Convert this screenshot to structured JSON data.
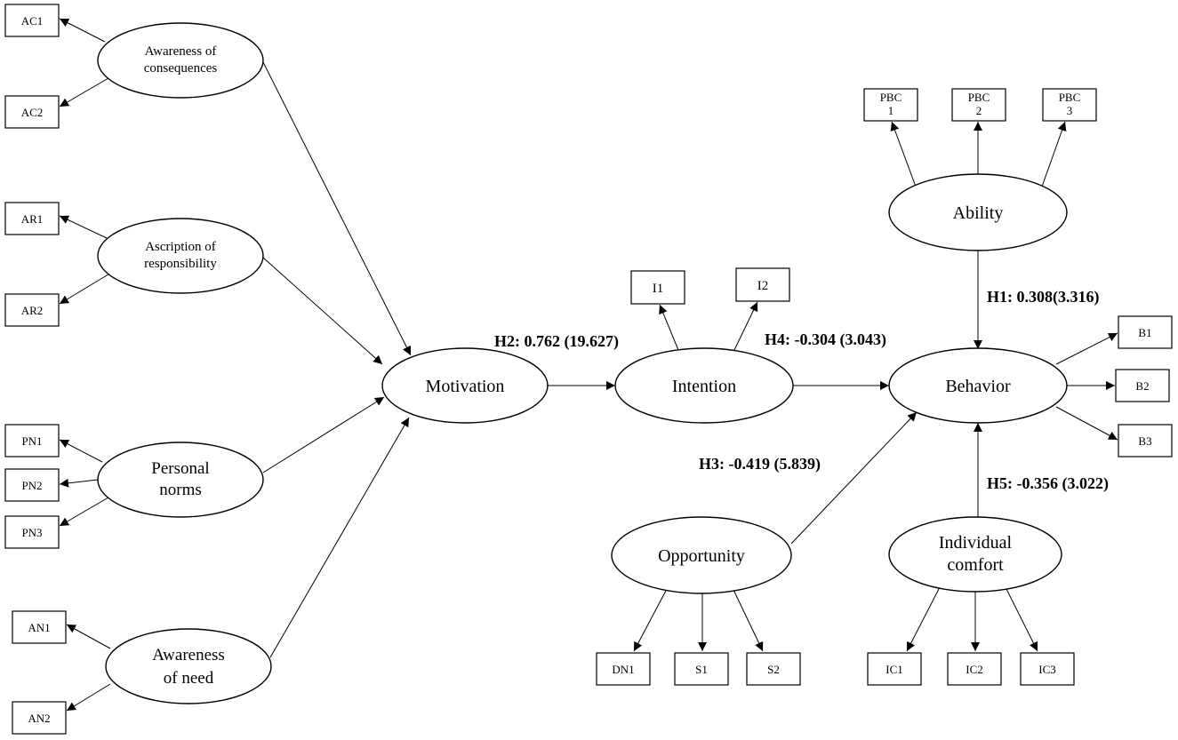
{
  "latents": {
    "awareness_of_consequences": {
      "lines": [
        "Awareness of",
        "consequences"
      ]
    },
    "ascription_of_responsibility": {
      "lines": [
        "Ascription of",
        "responsibility"
      ]
    },
    "personal_norms": {
      "lines": [
        "Personal",
        "norms"
      ]
    },
    "awareness_of_need": {
      "lines": [
        "Awareness",
        "of need"
      ]
    },
    "motivation": {
      "lines": [
        "Motivation"
      ]
    },
    "intention": {
      "lines": [
        "Intention"
      ]
    },
    "behavior": {
      "lines": [
        "Behavior"
      ]
    },
    "ability": {
      "lines": [
        "Ability"
      ]
    },
    "opportunity": {
      "lines": [
        "Opportunity"
      ]
    },
    "individual_comfort": {
      "lines": [
        "Individual",
        "comfort"
      ]
    }
  },
  "indicators": {
    "ac1": {
      "lines": [
        "AC1"
      ]
    },
    "ac2": {
      "lines": [
        "AC2"
      ]
    },
    "ar1": {
      "lines": [
        "AR1"
      ]
    },
    "ar2": {
      "lines": [
        "AR2"
      ]
    },
    "pn1": {
      "lines": [
        "PN1"
      ]
    },
    "pn2": {
      "lines": [
        "PN2"
      ]
    },
    "pn3": {
      "lines": [
        "PN3"
      ]
    },
    "an1": {
      "lines": [
        "AN1"
      ]
    },
    "an2": {
      "lines": [
        "AN2"
      ]
    },
    "i1": {
      "lines": [
        "I1"
      ]
    },
    "i2": {
      "lines": [
        "I2"
      ]
    },
    "pbc1": {
      "lines": [
        "PBC",
        "1"
      ]
    },
    "pbc2": {
      "lines": [
        "PBC",
        "2"
      ]
    },
    "pbc3": {
      "lines": [
        "PBC",
        "3"
      ]
    },
    "b1": {
      "lines": [
        "B1"
      ]
    },
    "b2": {
      "lines": [
        "B2"
      ]
    },
    "b3": {
      "lines": [
        "B3"
      ]
    },
    "dn1": {
      "lines": [
        "DN1"
      ]
    },
    "s1": {
      "lines": [
        "S1"
      ]
    },
    "s2": {
      "lines": [
        "S2"
      ]
    },
    "ic1": {
      "lines": [
        "IC1"
      ]
    },
    "ic2": {
      "lines": [
        "IC2"
      ]
    },
    "ic3": {
      "lines": [
        "IC3"
      ]
    }
  },
  "hypotheses": {
    "h1": "H1: 0.308(3.316)",
    "h2": "H2: 0.762 (19.627)",
    "h3": "H3: -0.419 (5.839)",
    "h4": "H4: -0.304 (3.043)",
    "h5": "H5: -0.356 (3.022)"
  }
}
